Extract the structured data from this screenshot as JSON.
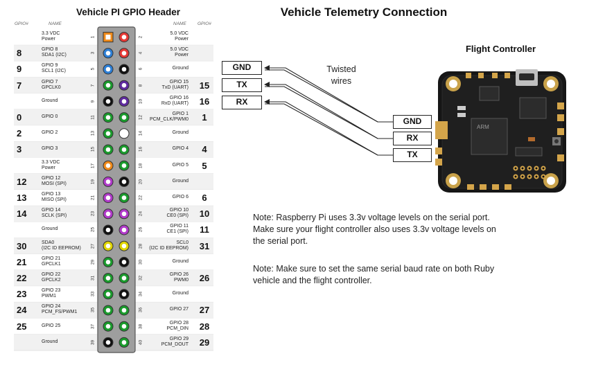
{
  "header": {
    "gpio_title": "Vehicle PI GPIO Header",
    "main_title": "Vehicle Telemetry Connection",
    "col_gpio": "GPIO#",
    "col_name": "NAME"
  },
  "colors": {
    "power_5v": "#e53935",
    "power_3v3": "#ef8a1a",
    "i2c": "#2d7fd6",
    "gpio": "#1a9a2c",
    "uart": "#5e2a9e",
    "spi": "#b03ac9",
    "eeprom": "#e0d400",
    "ground": "#111111",
    "dnc": "#ffffff",
    "header_body": "#9e9e9e"
  },
  "gpio_rows": [
    {
      "l_gpio": "",
      "l_name": "3.3 VDC\nPower",
      "l_pin": "1",
      "l_color": "power_3v3",
      "r_pin": "2",
      "r_color": "power_5v",
      "r_name": "5.0 VDC\nPower",
      "r_gpio": ""
    },
    {
      "l_gpio": "8",
      "l_name": "GPIO 8\nSDA1 (I2C)",
      "l_pin": "3",
      "l_color": "i2c",
      "r_pin": "4",
      "r_color": "power_5v",
      "r_name": "5.0 VDC\nPower",
      "r_gpio": ""
    },
    {
      "l_gpio": "9",
      "l_name": "GPIO 9\nSCL1 (I2C)",
      "l_pin": "5",
      "l_color": "i2c",
      "r_pin": "6",
      "r_color": "ground",
      "r_name": "Ground",
      "r_gpio": ""
    },
    {
      "l_gpio": "7",
      "l_name": "GPIO 7\nGPCLK0",
      "l_pin": "7",
      "l_color": "gpio",
      "r_pin": "8",
      "r_color": "uart",
      "r_name": "GPIO 15\nTxD (UART)",
      "r_gpio": "15"
    },
    {
      "l_gpio": "",
      "l_name": "Ground",
      "l_pin": "9",
      "l_color": "ground",
      "r_pin": "10",
      "r_color": "uart",
      "r_name": "GPIO 16\nRxD (UART)",
      "r_gpio": "16"
    },
    {
      "l_gpio": "0",
      "l_name": "GPIO 0",
      "l_pin": "11",
      "l_color": "gpio",
      "r_pin": "12",
      "r_color": "gpio",
      "r_name": "GPIO 1\nPCM_CLK/PWM0",
      "r_gpio": "1"
    },
    {
      "l_gpio": "2",
      "l_name": "GPIO 2",
      "l_pin": "13",
      "l_color": "gpio",
      "r_pin": "14",
      "r_color": "dnc",
      "r_name": "Ground",
      "r_gpio": ""
    },
    {
      "l_gpio": "3",
      "l_name": "GPIO 3",
      "l_pin": "15",
      "l_color": "gpio",
      "r_pin": "16",
      "r_color": "gpio",
      "r_name": "GPIO 4",
      "r_gpio": "4"
    },
    {
      "l_gpio": "",
      "l_name": "3.3 VDC\nPower",
      "l_pin": "17",
      "l_color": "power_3v3",
      "r_pin": "18",
      "r_color": "gpio",
      "r_name": "GPIO 5",
      "r_gpio": "5"
    },
    {
      "l_gpio": "12",
      "l_name": "GPIO 12\nMOSI (SPI)",
      "l_pin": "19",
      "l_color": "spi",
      "r_pin": "20",
      "r_color": "ground",
      "r_name": "Ground",
      "r_gpio": ""
    },
    {
      "l_gpio": "13",
      "l_name": "GPIO 13\nMISO (SPI)",
      "l_pin": "21",
      "l_color": "spi",
      "r_pin": "22",
      "r_color": "gpio",
      "r_name": "GPIO 6",
      "r_gpio": "6"
    },
    {
      "l_gpio": "14",
      "l_name": "GPIO 14\nSCLK (SPI)",
      "l_pin": "23",
      "l_color": "spi",
      "r_pin": "24",
      "r_color": "spi",
      "r_name": "GPIO 10\nCE0 (SPI)",
      "r_gpio": "10"
    },
    {
      "l_gpio": "",
      "l_name": "Ground",
      "l_pin": "25",
      "l_color": "ground",
      "r_pin": "26",
      "r_color": "spi",
      "r_name": "GPIO 11\nCE1 (SPI)",
      "r_gpio": "11"
    },
    {
      "l_gpio": "30",
      "l_name": "SDA0\n(I2C ID EEPROM)",
      "l_pin": "27",
      "l_color": "eeprom",
      "r_pin": "28",
      "r_color": "eeprom",
      "r_name": "SCL0\n(I2C ID EEPROM)",
      "r_gpio": "31"
    },
    {
      "l_gpio": "21",
      "l_name": "GPIO 21\nGPCLK1",
      "l_pin": "29",
      "l_color": "gpio",
      "r_pin": "30",
      "r_color": "ground",
      "r_name": "Ground",
      "r_gpio": ""
    },
    {
      "l_gpio": "22",
      "l_name": "GPIO 22\nGPCLK2",
      "l_pin": "31",
      "l_color": "gpio",
      "r_pin": "32",
      "r_color": "gpio",
      "r_name": "GPIO 26\nPWM0",
      "r_gpio": "26"
    },
    {
      "l_gpio": "23",
      "l_name": "GPIO 23\nPWM1",
      "l_pin": "33",
      "l_color": "gpio",
      "r_pin": "34",
      "r_color": "ground",
      "r_name": "Ground",
      "r_gpio": ""
    },
    {
      "l_gpio": "24",
      "l_name": "GPIO 24\nPCM_FS/PWM1",
      "l_pin": "35",
      "l_color": "gpio",
      "r_pin": "36",
      "r_color": "gpio",
      "r_name": "GPIO 27",
      "r_gpio": "27"
    },
    {
      "l_gpio": "25",
      "l_name": "GPIO 25",
      "l_pin": "37",
      "l_color": "gpio",
      "r_pin": "38",
      "r_color": "gpio",
      "r_name": "GPIO 28\nPCM_DIN",
      "r_gpio": "28"
    },
    {
      "l_gpio": "",
      "l_name": "Ground",
      "l_pin": "39",
      "l_color": "ground",
      "r_pin": "40",
      "r_color": "gpio",
      "r_name": "GPIO 29\nPCM_DOUT",
      "r_gpio": "29"
    }
  ],
  "pi_side": {
    "labels": [
      "GND",
      "TX",
      "RX"
    ]
  },
  "twisted_wires_label": "Twisted\nwires",
  "fc_side": {
    "labels": [
      "GND",
      "RX",
      "TX"
    ]
  },
  "flight_controller": {
    "title": "Flight Controller",
    "chip_text": "ARM"
  },
  "notes": [
    "Note: Raspberry Pi uses 3.3v voltage levels on the serial port. Make sure your flight controller also uses 3.3v voltage levels on the serial port.",
    "Note: Make sure to set the same serial baud rate on both Ruby vehicle and the flight controller."
  ]
}
